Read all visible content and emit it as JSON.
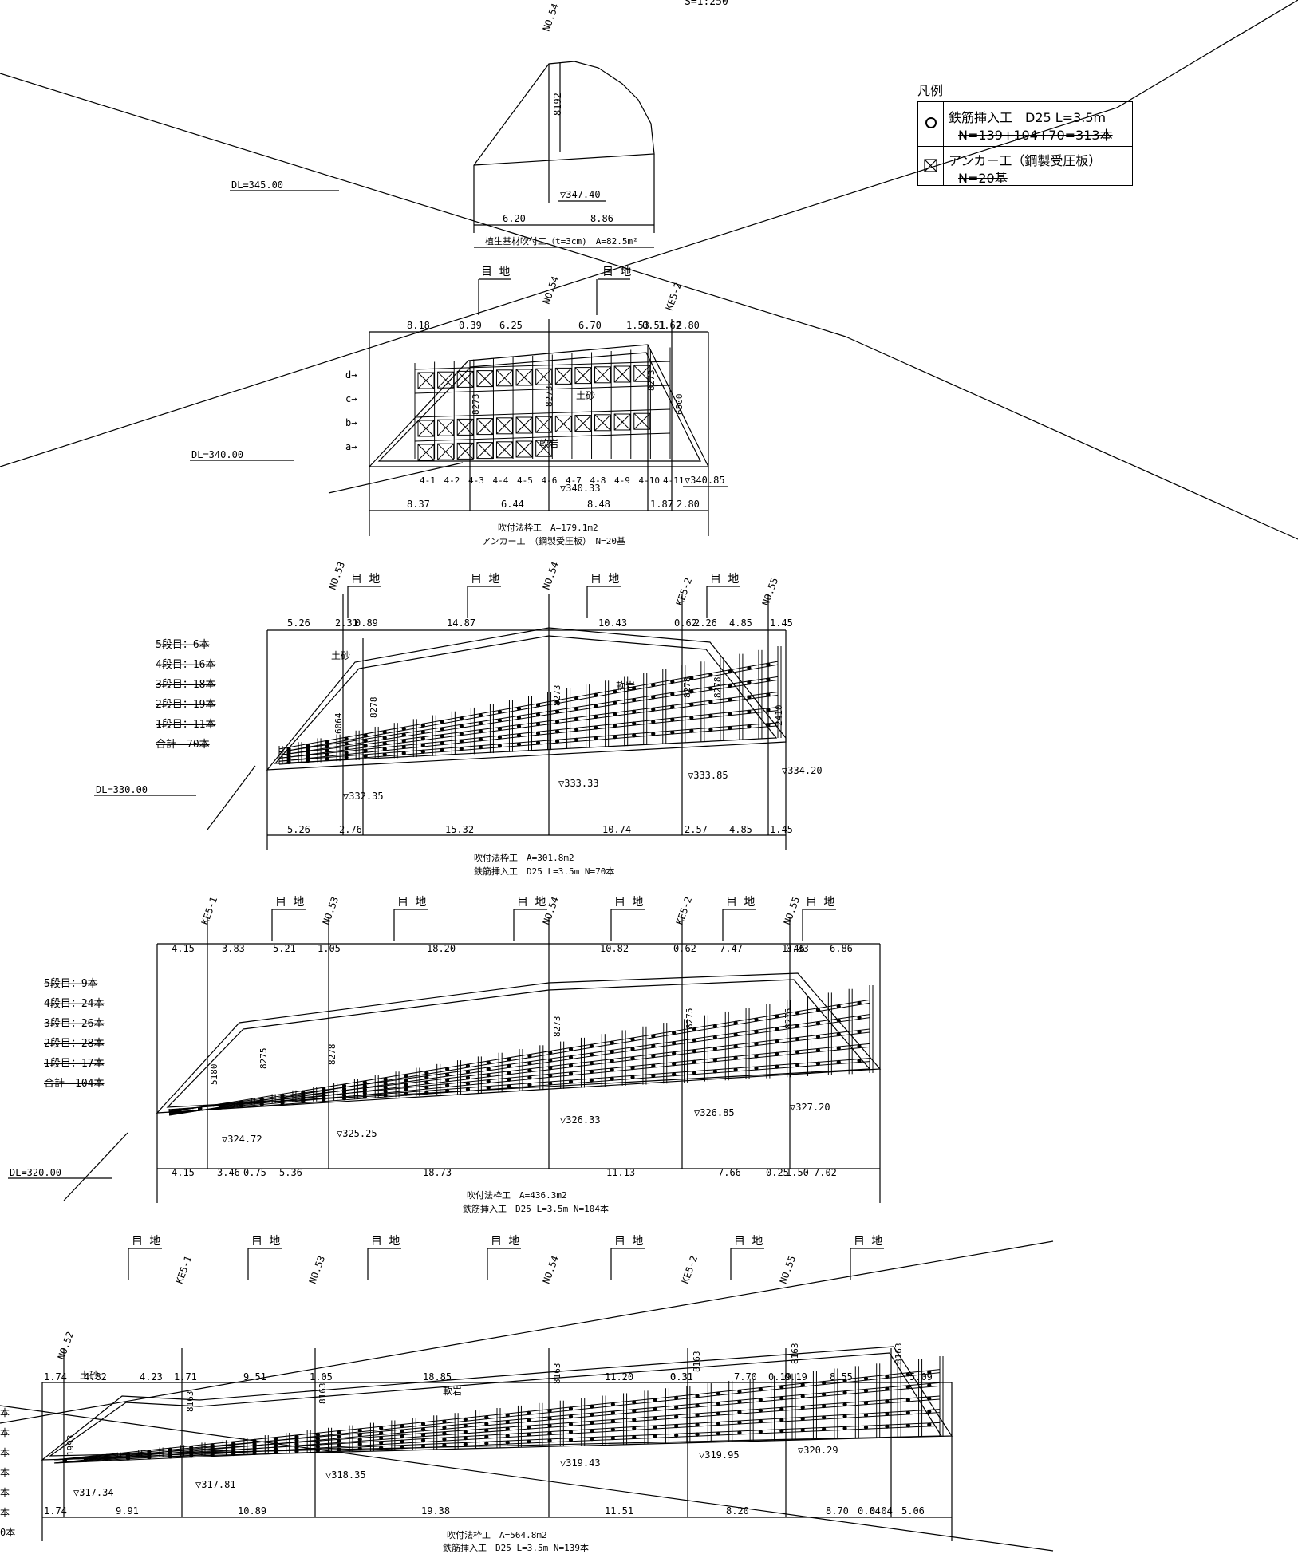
{
  "header": {
    "scale": "S=1:250"
  },
  "legend": {
    "title": "凡例",
    "item1_line1": "鉄筋挿入工　D25 L=3.5m",
    "item1_line2": "N=139+104+70=313本",
    "item2_line1": "アンカー工（鋼製受圧板）",
    "item2_line2": "N=20基"
  },
  "stations": {
    "no52": "NO.52",
    "no53": "NO.53",
    "no54": "NO.54",
    "no55": "NO.55",
    "ke51": "KE5-1",
    "ke52": "KE5-2"
  },
  "joint_label": "目 地",
  "tier1": {
    "dl": "DL=345.00",
    "height": "8192",
    "elev": "▽347.40",
    "w1": "6.20",
    "w2": "8.86",
    "caption": "植生基材吹付工（t=3cm)　A=82.5m²"
  },
  "tier2": {
    "dl": "DL=340.00",
    "top_dims": [
      "8.18",
      "0.39",
      "6.25",
      "6.70",
      "1.53",
      "0.51",
      "1.62",
      "2.80"
    ],
    "bot_dims": [
      "8.37",
      "6.44",
      "8.48",
      "1.87",
      "2.80"
    ],
    "rows": [
      "d→",
      "c→",
      "b→",
      "a→"
    ],
    "anchors": [
      "4-1",
      "4-2",
      "4-3",
      "4-4",
      "4-5",
      "4-6",
      "4-7",
      "4-8",
      "4-9",
      "4-10",
      "4-11"
    ],
    "heights": [
      "8273",
      "8273",
      "8273",
      "6500"
    ],
    "soil": "土砂",
    "rock": "軟岩",
    "elev1": "▽340.33",
    "elev2": "▽340.85",
    "caption1": "吹付法枠工　A=179.1m2",
    "caption2": "アンカー工　（鋼製受圧板）　N=20基"
  },
  "tier3": {
    "dl": "DL=330.00",
    "top_dims": [
      "5.26",
      "2.31",
      "0.89",
      "14.87",
      "10.43",
      "0.62",
      "2.26",
      "4.85",
      "1.45"
    ],
    "bot_dims": [
      "5.26",
      "2.76",
      "15.32",
      "10.74",
      "2.57",
      "4.85",
      "1.45"
    ],
    "counts": [
      "5段目：6本",
      "4段目：16本",
      "3段目：18本",
      "2段目：19本",
      "1段目：11本",
      "合計　70本"
    ],
    "heights": [
      "6064",
      "8278",
      "8273",
      "8278",
      "8278",
      "2410"
    ],
    "soil": "土砂",
    "rock": "軟岩",
    "elevs": [
      "▽332.35",
      "▽333.33",
      "▽333.85",
      "▽334.20"
    ],
    "caption1": "吹付法枠工　A=301.8m2",
    "caption2": "鉄筋挿入工　D25 L=3.5m N=70本"
  },
  "tier4": {
    "dl": "DL=320.00",
    "top_dims": [
      "4.15",
      "3.83",
      "5.21",
      "1.05",
      "18.20",
      "10.82",
      "0.62",
      "7.47",
      "1.46",
      "6.86",
      "0.33"
    ],
    "bot_dims": [
      "4.15",
      "3.46",
      "0.75",
      "5.36",
      "18.73",
      "11.13",
      "7.66",
      "0.25",
      "7.02",
      "1.50"
    ],
    "counts": [
      "5段目：9本",
      "4段目：24本",
      "3段目：26本",
      "2段目：28本",
      "1段目：17本",
      "合計　104本"
    ],
    "heights": [
      "5180",
      "8275",
      "8278",
      "8273",
      "8275",
      "8275"
    ],
    "elevs": [
      "▽324.72",
      "▽325.25",
      "▽326.33",
      "▽326.85",
      "▽327.20"
    ],
    "caption1": "吹付法枠工　A=436.3m2",
    "caption2": "鉄筋挿入工　D25 L=3.5m N=104本"
  },
  "tier5": {
    "top_dims": [
      "1.74",
      "4.82",
      "4.23",
      "1.71",
      "9.51",
      "1.05",
      "18.85",
      "11.20",
      "0.31",
      "7.70",
      "0.19",
      "8.55",
      "5.09",
      "0.31",
      "0.19"
    ],
    "bot_dims": [
      "1.74",
      "9.91",
      "10.89",
      "19.38",
      "11.51",
      "8.20",
      "8.70",
      "0.04",
      "5.06",
      "0.04"
    ],
    "counts": [
      "本",
      "本",
      "本",
      "本",
      "本",
      "本",
      "0本"
    ],
    "heights": [
      "1993",
      "8163",
      "8163",
      "8163",
      "8163",
      "8163",
      "8163"
    ],
    "soil": "土砂",
    "rock": "軟岩",
    "elevs": [
      "▽317.34",
      "▽317.81",
      "▽318.35",
      "▽319.43",
      "▽319.95",
      "▽320.29"
    ],
    "caption1": "吹付法枠工　A=564.8m2",
    "caption2": "鉄筋挿入工　D25 L=3.5m N=139本"
  }
}
